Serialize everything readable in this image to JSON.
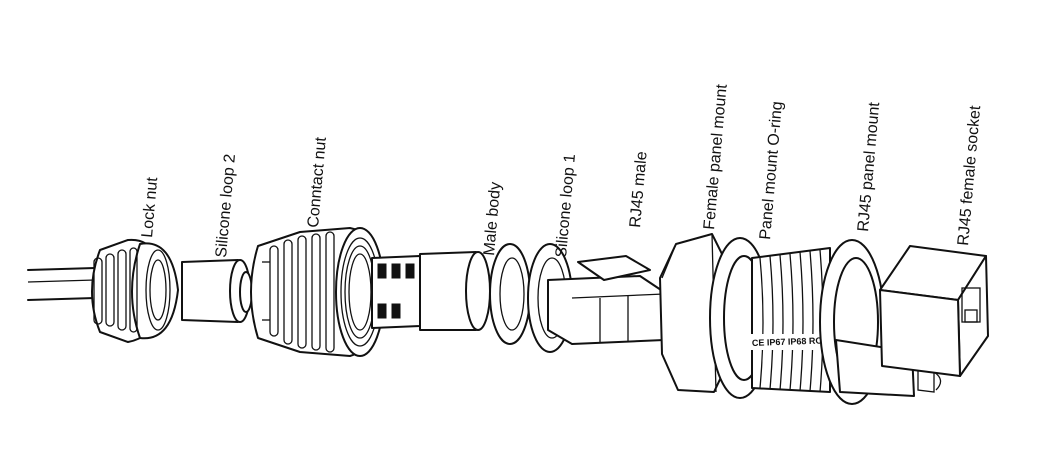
{
  "diagram": {
    "labels": {
      "lock_nut": "Lock nut",
      "silicone_loop_2": "Silicone loop 2",
      "contact_nut": "Conntact nut",
      "male_body": "Male body",
      "silicone_loop_1": "Silicone loop 1",
      "rj45_male": "RJ45 male",
      "female_panel_mount": "Female panel mount",
      "panel_mount_oring": "Panel mount O-ring",
      "rj45_panel_mount": "RJ45 panel mount",
      "rj45_female_socket": "RJ45 female socket"
    },
    "panel_marking": "CE IP67 IP68 ROHS"
  }
}
